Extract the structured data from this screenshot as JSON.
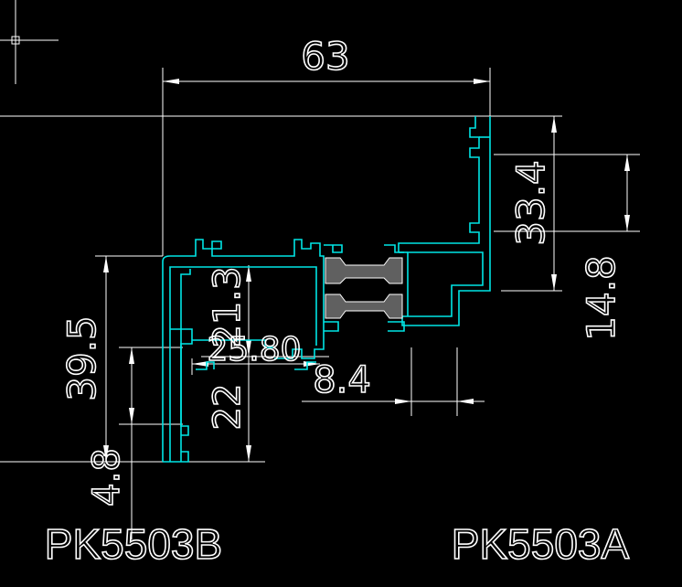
{
  "drawing": {
    "background": "#000000",
    "profile_color": "#00e5e5",
    "dimension_color": "#ffffff",
    "gasket_fill": "#606060",
    "dimensions": {
      "width_top": "63",
      "right_outer": "33.4",
      "right_inner": "14.8",
      "left_outer": "39.5",
      "left_inner": "22",
      "left_small": "4.8",
      "center_height": "21.3",
      "center_width": "25.80",
      "bottom_offset": "8.4"
    },
    "labels": {
      "left_profile": "PK5503B",
      "right_profile": "PK5503A"
    }
  }
}
